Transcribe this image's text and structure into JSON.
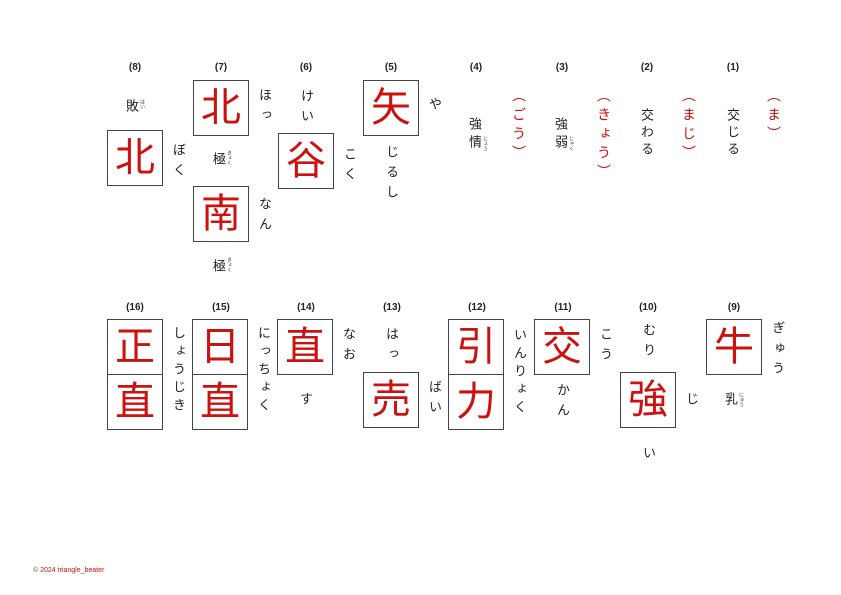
{
  "colors": {
    "answer": "#cc1111",
    "text": "#222222",
    "box_border": "#444444"
  },
  "top_row": [
    {
      "number": "(1)",
      "prompt": "交じる",
      "answer": "（ま）"
    },
    {
      "number": "(2)",
      "prompt": "交わる",
      "answer": "（まじ）"
    },
    {
      "number": "(3)",
      "prompt_main": "強",
      "prompt_rest": "弱",
      "prompt_ruby": "じゃく",
      "answer": "（きょう）"
    },
    {
      "number": "(4)",
      "prompt_main": "強",
      "prompt_rest": "情",
      "prompt_ruby": "じょう",
      "answer": "（ごう）"
    },
    {
      "number": "(5)",
      "kanji": "矢",
      "reading_side": "や",
      "reading_below": "じるし"
    },
    {
      "number": "(6)",
      "reading_above": "けい",
      "kanji": "谷",
      "reading_side": "こく"
    },
    {
      "number": "(7)",
      "kanji_top": "北",
      "reading_top": "ほっ",
      "middle_word": "極",
      "middle_ruby": "きょく",
      "kanji_bottom": "南",
      "reading_bottom": "なん",
      "bottom_word": "極",
      "bottom_ruby": "きょく"
    },
    {
      "number": "(8)",
      "word": "敗",
      "word_ruby": "はい",
      "kanji": "北",
      "reading_side": "ぼく"
    }
  ],
  "bottom_row": [
    {
      "number": "(9)",
      "kanji": "牛",
      "reading_side": "ぎゅう",
      "word_below": "乳",
      "word_ruby": "にゅう"
    },
    {
      "number": "(10)",
      "reading_above": "むり",
      "kanji": "強",
      "reading_side": "じ",
      "reading_below": "い"
    },
    {
      "number": "(11)",
      "kanji": "交",
      "reading_side": "こう",
      "reading_below": "かん"
    },
    {
      "number": "(12)",
      "kanji_top": "引",
      "kanji_bottom": "力",
      "reading_side": "いんりょく"
    },
    {
      "number": "(13)",
      "reading_above": "はっ",
      "kanji": "売",
      "reading_side": "ばい"
    },
    {
      "number": "(14)",
      "kanji": "直",
      "reading_side": "なお",
      "reading_below": "す"
    },
    {
      "number": "(15)",
      "kanji_top": "日",
      "kanji_bottom": "直",
      "reading_side": "にっちょく"
    },
    {
      "number": "(16)",
      "kanji_top": "正",
      "kanji_bottom": "直",
      "reading_side": "しょうじき"
    }
  ],
  "footer": {
    "copyright_symbol": "©",
    "copyright_text": "2024 triangle_beater"
  }
}
